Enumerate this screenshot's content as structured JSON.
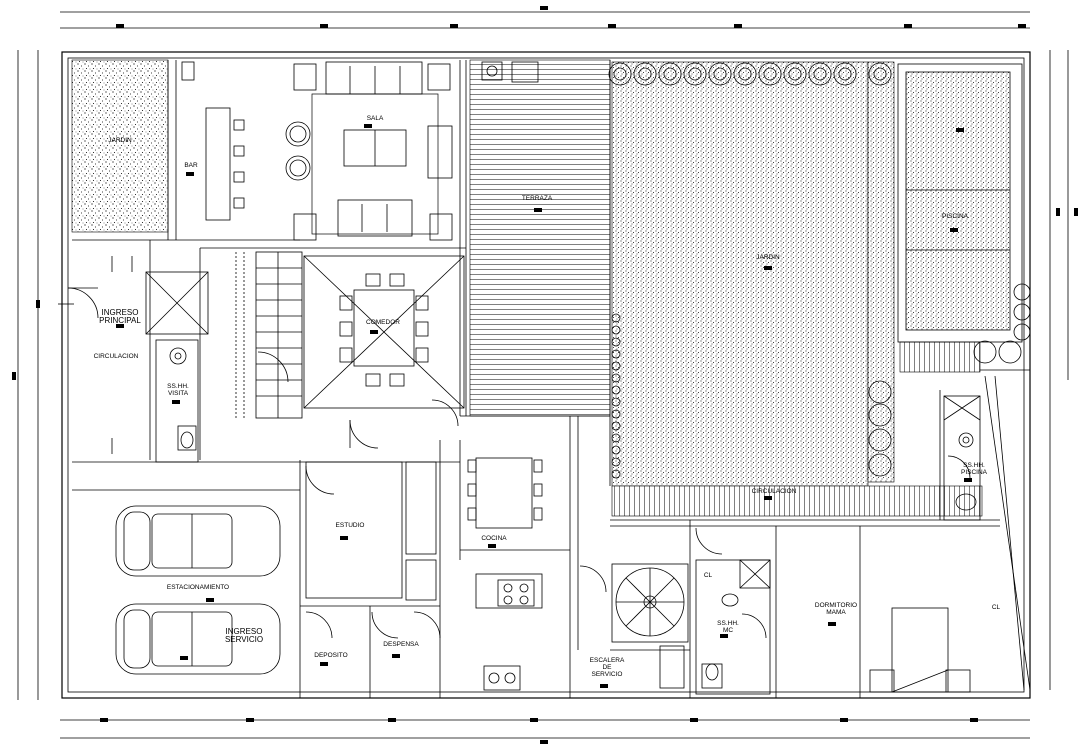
{
  "rooms": {
    "jardin_front": "JARDIN",
    "bar": "BAR",
    "sala": "SALA",
    "terraza": "TERRAZA",
    "jardin_back": "JARDIN",
    "piscina": "PISCINA",
    "ingreso_principal": "INGRESO\nPRINCIPAL",
    "circulacion_left": "CIRCULACION",
    "comedor": "COMEDOR",
    "sshh_visita": "SS.HH.\nVISITA",
    "sshh_piscina": "SS.HH.\nPISCINA",
    "circulacion_right": "CIRCULACION",
    "estudio": "ESTUDIO",
    "cocina": "COCINA",
    "estacionamiento": "ESTACIONAMIENTO",
    "ingreso_servicio": "INGRESO\nSERVICIO",
    "deposito": "DEPOSITO",
    "despensa": "DESPENSA",
    "escalera_servicio": "ESCALERA\nDE\nSERVICIO",
    "sshh_mc": "SS.HH.\nMC",
    "dormitorio_mama": "DORMITORIO\nMAMA",
    "cl_1": "CL",
    "cl_2": "CL"
  },
  "colors": {
    "line": "#000000",
    "background": "#ffffff"
  }
}
